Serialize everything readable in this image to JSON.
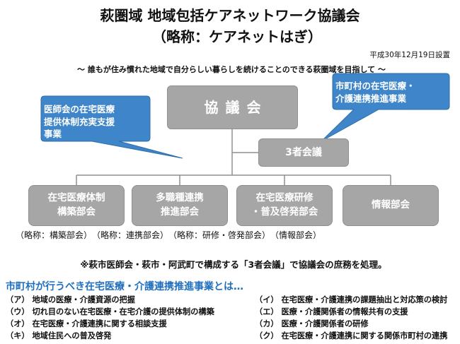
{
  "title": {
    "line1": "萩圏域 地域包括ケアネットワーク協議会",
    "line2": "（略称：ケアネットはぎ）",
    "established": "平成30年12月19日設置",
    "motto": "～ 誰もが住み慣れた地域で自分らしい暮らしを続けることのできる萩圏域を目指して ～"
  },
  "diagram": {
    "council": "協議会",
    "meeting": "3者会議",
    "subcommittees": [
      [
        "在宅医療体制",
        "構築部会"
      ],
      [
        "多職種連携",
        "推進部会"
      ],
      [
        "在宅医療研修",
        "・普及啓発部会"
      ],
      [
        "情報部会"
      ]
    ],
    "abbreviations": [
      "（略称：構築部会）",
      "（略称：連携部会）",
      "（略称：研修・啓発部会）",
      "（情報部会）"
    ],
    "callout_left": [
      "医師会の在宅医療",
      "提供体制充実支援",
      "事業"
    ],
    "callout_right": [
      "市町村の在宅医療・",
      "介護連携推進事業"
    ],
    "colors": {
      "box": "#a6a6a6",
      "callout": "#3e86c9",
      "heading": "#1f6fbf"
    }
  },
  "note": "※萩市医師会・萩市・阿武町で構成する「3者会議」で協議会の庶務を処理。",
  "projects": {
    "heading": "市町村が行うべき在宅医療・介護連携推進事業とは…",
    "items": [
      "（ア） 地域の医療・介護資源の把握",
      "（イ） 在宅医療・介護連携の課題抽出と対応策の検討",
      "（ウ） 切れ目のない在宅医療・在宅介護の提供体制の構築",
      "（エ） 医療・介護関係者の情報共有の支援",
      "（オ） 在宅医療・介護連携に関する相談支援",
      "（カ） 医療・介護関係者の研修",
      "（キ） 地域住民への普及啓発",
      "（ク） 在宅医療・介護連携に関する関係市町村の連携"
    ]
  }
}
